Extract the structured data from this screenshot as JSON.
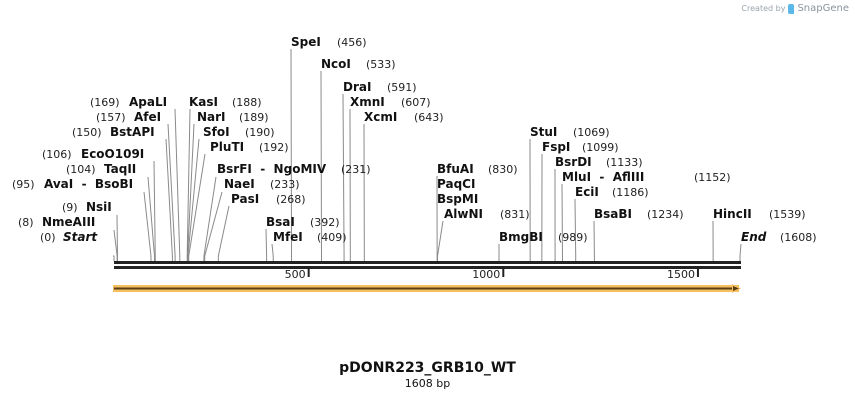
{
  "credit": {
    "prefix": "Created by",
    "brand": "SnapGene"
  },
  "map": {
    "name": "pDONR223_GRB10_WT",
    "length_label": "1608 bp",
    "length": 1608,
    "ticks": [
      {
        "value": 500,
        "label": "500"
      },
      {
        "value": 1000,
        "label": "1000"
      },
      {
        "value": 1500,
        "label": "1500"
      }
    ],
    "feature_arrow": {
      "start": 0,
      "end": 1608,
      "color": "#f6c060",
      "stroke": "#6b4a1a",
      "direction": "forward"
    }
  },
  "sites": [
    {
      "name": "Start",
      "pos": "(0)",
      "bp": 0,
      "italic": true,
      "side": "left"
    },
    {
      "name": "NmeAIII",
      "pos": "(8)",
      "bp": 8,
      "side": "left"
    },
    {
      "name": "NsiI",
      "pos": "(9)",
      "bp": 9,
      "side": "left"
    },
    {
      "name": "AvaI - BsoBI",
      "pos": "(95)",
      "bp": 95,
      "side": "left"
    },
    {
      "name": "TaqII",
      "pos": "(104)",
      "bp": 104,
      "side": "left"
    },
    {
      "name": "EcoO109I",
      "pos": "(106)",
      "bp": 106,
      "side": "left"
    },
    {
      "name": "BstAPI",
      "pos": "(150)",
      "bp": 150,
      "side": "left"
    },
    {
      "name": "AfeI",
      "pos": "(157)",
      "bp": 157,
      "side": "left"
    },
    {
      "name": "ApaLI",
      "pos": "(169)",
      "bp": 169,
      "side": "left"
    },
    {
      "name": "KasI",
      "pos": "(188)",
      "bp": 188,
      "side": "right"
    },
    {
      "name": "NarI",
      "pos": "(189)",
      "bp": 189,
      "side": "right"
    },
    {
      "name": "SfoI",
      "pos": "(190)",
      "bp": 190,
      "side": "right"
    },
    {
      "name": "PluTI",
      "pos": "(192)",
      "bp": 192,
      "side": "right"
    },
    {
      "name": "BsrFI - NgoMIV",
      "pos": "(231)",
      "bp": 231,
      "side": "right"
    },
    {
      "name": "NaeI",
      "pos": "(233)",
      "bp": 233,
      "side": "right"
    },
    {
      "name": "PasI",
      "pos": "(268)",
      "bp": 268,
      "side": "right"
    },
    {
      "name": "BsaI",
      "pos": "(392)",
      "bp": 392,
      "side": "right"
    },
    {
      "name": "MfeI",
      "pos": "(409)",
      "bp": 409,
      "side": "right"
    },
    {
      "name": "SpeI",
      "pos": "(456)",
      "bp": 456,
      "side": "right"
    },
    {
      "name": "NcoI",
      "pos": "(533)",
      "bp": 533,
      "side": "right"
    },
    {
      "name": "DraI",
      "pos": "(591)",
      "bp": 591,
      "side": "right"
    },
    {
      "name": "XmnI",
      "pos": "(607)",
      "bp": 607,
      "side": "right"
    },
    {
      "name": "XcmI",
      "pos": "(643)",
      "bp": 643,
      "side": "right"
    },
    {
      "name": "BfuAI",
      "pos": "(830)",
      "bp": 830,
      "side": "right"
    },
    {
      "name": "PaqCI",
      "pos": "",
      "bp": 830,
      "side": "right"
    },
    {
      "name": "BspMI",
      "pos": "",
      "bp": 830,
      "side": "right"
    },
    {
      "name": "AlwNI",
      "pos": "(831)",
      "bp": 831,
      "side": "right"
    },
    {
      "name": "BmgBI",
      "pos": "(989)",
      "bp": 989,
      "side": "right"
    },
    {
      "name": "StuI",
      "pos": "(1069)",
      "bp": 1069,
      "side": "right"
    },
    {
      "name": "FspI",
      "pos": "(1099)",
      "bp": 1099,
      "side": "right"
    },
    {
      "name": "BsrDI",
      "pos": "(1133)",
      "bp": 1133,
      "side": "right"
    },
    {
      "name": "MluI - AflIII",
      "pos": "(1152)",
      "bp": 1152,
      "side": "right"
    },
    {
      "name": "EciI",
      "pos": "(1186)",
      "bp": 1186,
      "side": "right"
    },
    {
      "name": "BsaBI",
      "pos": "(1234)",
      "bp": 1234,
      "side": "right"
    },
    {
      "name": "HincII",
      "pos": "(1539)",
      "bp": 1539,
      "side": "right"
    },
    {
      "name": "End",
      "pos": "(1608)",
      "bp": 1608,
      "italic": true,
      "side": "right"
    }
  ]
}
